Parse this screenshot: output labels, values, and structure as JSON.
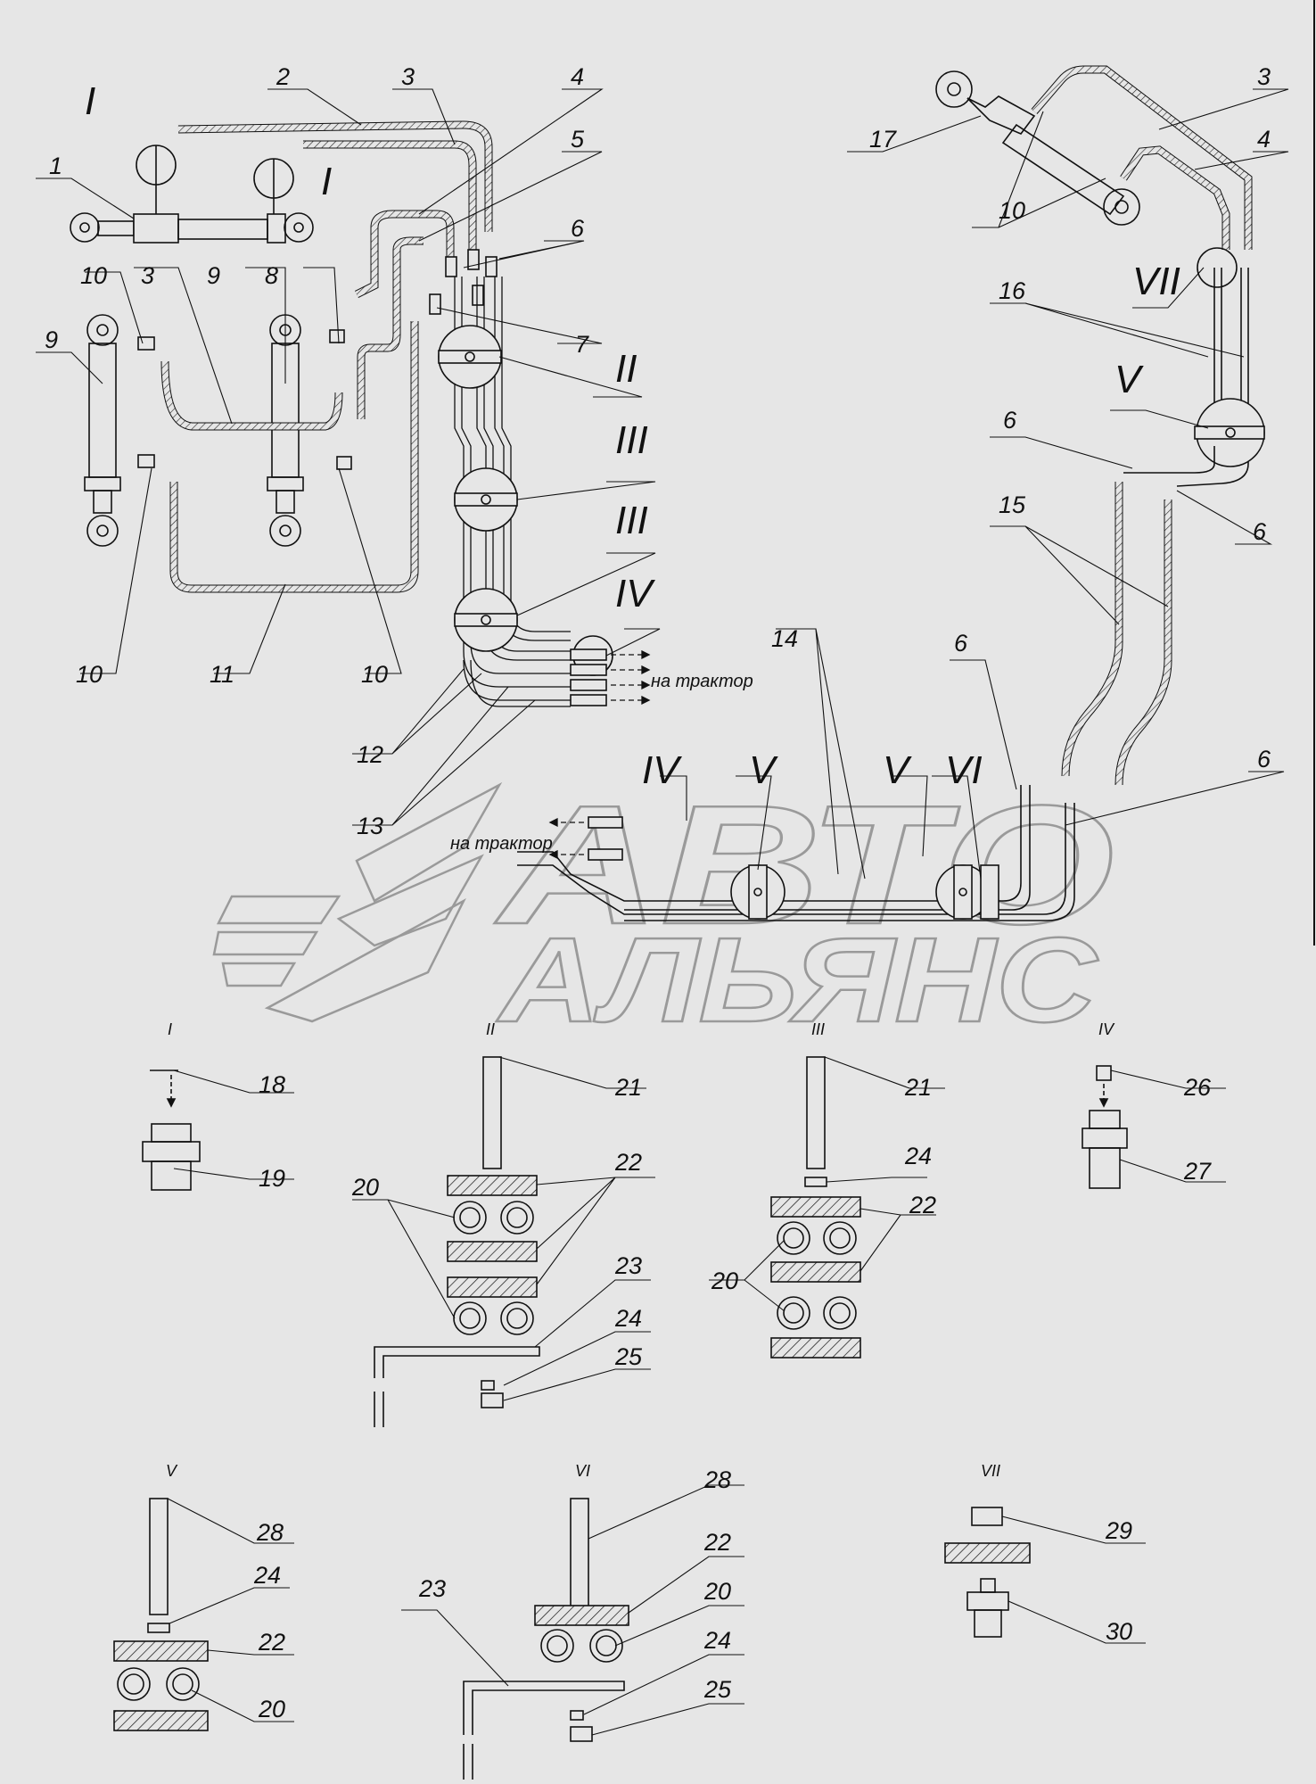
{
  "watermark": {
    "line1": "АВТО",
    "line2": "АЛЬЯНС"
  },
  "destinations": {
    "to_tractor": "на трактор"
  },
  "views": {
    "I": "I",
    "II": "II",
    "III": "III",
    "IV": "IV",
    "V": "V",
    "VI": "VI",
    "VII": "VII"
  },
  "parts": {
    "p1": "1",
    "p2": "2",
    "p3": "3",
    "p4": "4",
    "p5": "5",
    "p6": "6",
    "p7": "7",
    "p8": "8",
    "p9": "9",
    "p10": "10",
    "p11": "11",
    "p12": "12",
    "p13": "13",
    "p14": "14",
    "p15": "15",
    "p16": "16",
    "p17": "17",
    "p18": "18",
    "p19": "19",
    "p20": "20",
    "p21": "21",
    "p22": "22",
    "p23": "23",
    "p24": "24",
    "p25": "25",
    "p26": "26",
    "p27": "27",
    "p28": "28",
    "p29": "29",
    "p30": "30"
  }
}
